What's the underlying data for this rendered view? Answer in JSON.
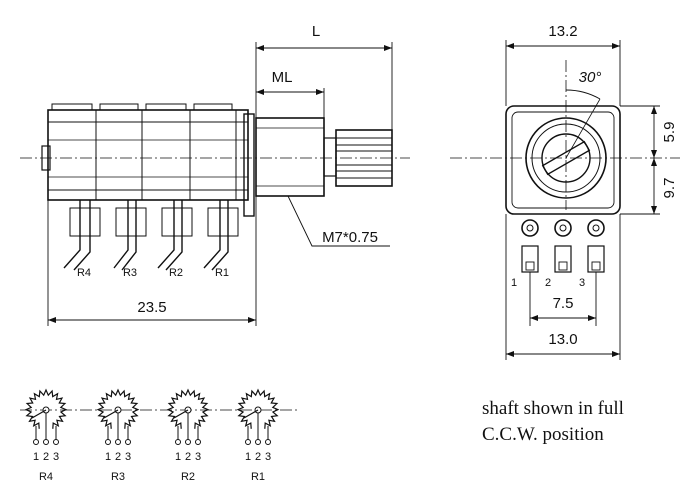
{
  "side_view": {
    "dim_L": "L",
    "dim_ML": "ML",
    "dim_length": "23.5",
    "thread": "M7*0.75",
    "terminal_labels": [
      "R4",
      "R3",
      "R2",
      "R1"
    ]
  },
  "front_view": {
    "dim_width_top": "13.2",
    "angle": "30°",
    "dim_upper_height": "5.9",
    "dim_lower_height": "9.7",
    "dim_pin_spacing": "7.5",
    "dim_width_bottom": "13.0",
    "pin_numbers": [
      "1",
      "2",
      "3"
    ]
  },
  "schematics": [
    {
      "label": "R4",
      "pins": [
        "1",
        "2",
        "3"
      ]
    },
    {
      "label": "R3",
      "pins": [
        "1",
        "2",
        "3"
      ]
    },
    {
      "label": "R2",
      "pins": [
        "1",
        "2",
        "3"
      ]
    },
    {
      "label": "R1",
      "pins": [
        "1",
        "2",
        "3"
      ]
    }
  ],
  "note": {
    "line1": "shaft shown in full",
    "line2": "C.C.W. position"
  }
}
